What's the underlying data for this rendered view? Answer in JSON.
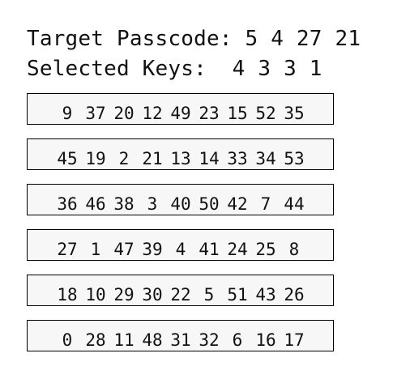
{
  "header": {
    "target_label": "Target Passcode:",
    "target_value": "5 4 27 21",
    "selected_label": "Selected Keys:",
    "selected_value": "4 3 3 1"
  },
  "keypad": {
    "rows": [
      [
        "9",
        "37",
        "20",
        "12",
        "49",
        "23",
        "15",
        "52",
        "35"
      ],
      [
        "45",
        "19",
        "2",
        "21",
        "13",
        "14",
        "33",
        "34",
        "53"
      ],
      [
        "36",
        "46",
        "38",
        "3",
        "40",
        "50",
        "42",
        "7",
        "44"
      ],
      [
        "27",
        "1",
        "47",
        "39",
        "4",
        "41",
        "24",
        "25",
        "8"
      ],
      [
        "18",
        "10",
        "29",
        "30",
        "22",
        "5",
        "51",
        "43",
        "26"
      ],
      [
        "0",
        "28",
        "11",
        "48",
        "31",
        "32",
        "6",
        "16",
        "17"
      ]
    ]
  }
}
